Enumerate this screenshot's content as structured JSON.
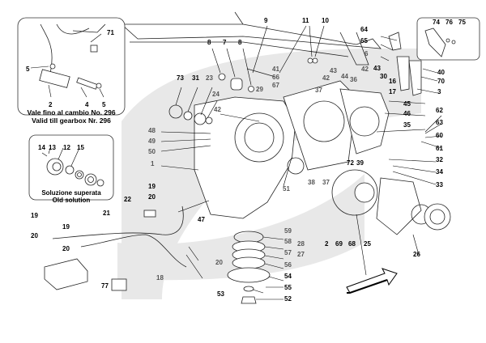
{
  "diagram": {
    "title": "Gearbox housing exploded view",
    "band_color": "#e8e8e8",
    "insets": {
      "top_left": {
        "caption_it": "Vale fino al cambio No. 296",
        "caption_en": "Valid till gearbox Nr. 296",
        "labels": [
          "71",
          "5",
          "2",
          "4",
          "5"
        ]
      },
      "mid_left": {
        "caption_it": "Soluzione superata",
        "caption_en": "Old solution",
        "labels": [
          "14",
          "13",
          "12",
          "15"
        ]
      },
      "top_right": {
        "labels": [
          "74",
          "76",
          "75"
        ]
      }
    },
    "callouts": [
      "9",
      "11",
      "10",
      "8",
      "7",
      "8",
      "73",
      "31",
      "23",
      "24",
      "42",
      "41",
      "66",
      "67",
      "29",
      "37",
      "42",
      "43",
      "44",
      "36",
      "42",
      "43",
      "30",
      "16",
      "17",
      "64",
      "65",
      "6",
      "40",
      "70",
      "3",
      "45",
      "46",
      "35",
      "62",
      "63",
      "60",
      "61",
      "32",
      "34",
      "33",
      "39",
      "72",
      "48",
      "49",
      "50",
      "1",
      "51",
      "38",
      "37",
      "22",
      "19",
      "20",
      "47",
      "21",
      "19",
      "20",
      "19",
      "20",
      "18",
      "20",
      "77",
      "59",
      "58",
      "57",
      "56",
      "54",
      "55",
      "53",
      "52",
      "28",
      "27",
      "2",
      "69",
      "68",
      "25",
      "26"
    ],
    "direction_arrow": "arrow-icon"
  }
}
